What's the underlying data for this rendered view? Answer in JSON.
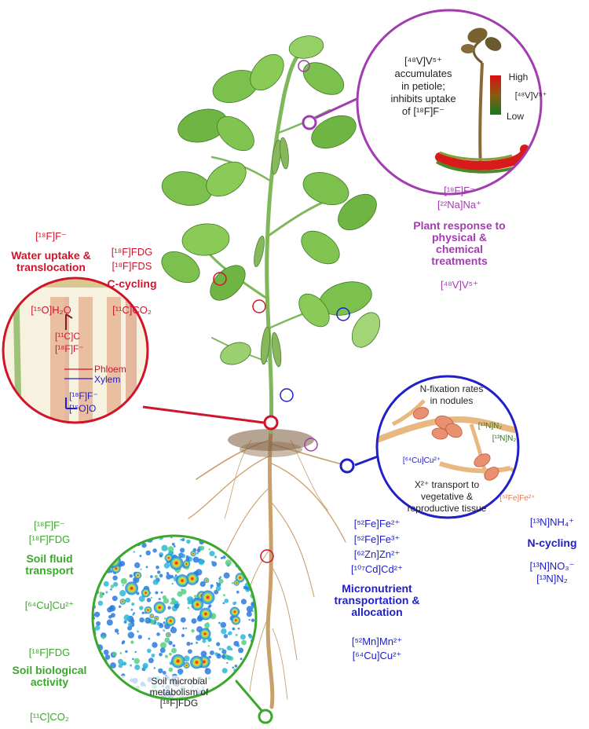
{
  "water": {
    "tracer1": "[¹⁸F]F⁻",
    "title": "Water uptake & translocation",
    "tracer2": "[¹⁵O]H₂O"
  },
  "ccycling": {
    "tracer1": "[¹⁸F]FDG",
    "tracer2": "[¹⁸F]FDS",
    "title": "C-cycling",
    "tracer3": "[¹¹C]CO₂"
  },
  "plant_response": {
    "tracer1": "[¹⁸F]F⁻",
    "tracer2": "[²²Na]Na⁺",
    "title": "Plant response to physical & chemical treatments",
    "tracer3": "[⁴⁸V]V⁵⁺"
  },
  "petiole_inset": {
    "text": "[⁴⁸V]V⁵⁺ accumulates in petiole; inhibits uptake of [¹⁸F]F⁻",
    "scale_high": "High",
    "scale_low": "Low",
    "scale_label": "[⁴⁸V]V⁵⁺"
  },
  "stem_inset": {
    "c11": "[¹¹C]C",
    "f18_top": "[¹⁸F]F⁻",
    "phloem": "Phloem",
    "xylem": "Xylem",
    "f18_bottom": "[¹⁸F]F⁻",
    "o15": "[¹⁵O]O"
  },
  "nodule_inset": {
    "title": "N-fixation rates in nodules",
    "n13_1": "[¹³N]N₂",
    "n13_2": "[¹³N]N₂",
    "cu64": "[⁶⁴Cu]Cu²⁺",
    "x2": "X²⁺ transport to vegetative & reproductive tissue",
    "fe52": "[⁵²Fe]Fe²⁺"
  },
  "ncycling": {
    "tracer1": "[¹³N]NH₄⁺",
    "title": "N-cycling",
    "tracer2": "[¹³N]NO₃⁻",
    "tracer3": "[¹³N]N₂"
  },
  "micronutrient": {
    "tracer1": "[⁵²Fe]Fe²⁺",
    "tracer2": "[⁵²Fe]Fe³⁺",
    "tracer3": "[⁶²Zn]Zn²⁺",
    "tracer4": "[¹⁰⁷Cd]Cd²⁺",
    "title": "Micronutrient transportation & allocation",
    "tracer5": "[⁵²Mn]Mn²⁺",
    "tracer6": "[⁶⁴Cu]Cu²⁺"
  },
  "soil_fluid": {
    "tracer1": "[¹⁸F]F⁻",
    "tracer2": "[¹⁸F]FDG",
    "title": "Soil fluid transport",
    "tracer3": "[⁶⁴Cu]Cu²⁺"
  },
  "soil_bio": {
    "tracer1": "[¹⁸F]FDG",
    "title": "Soil biological activity",
    "tracer2": "[¹¹C]CO₂"
  },
  "soil_inset": {
    "text": "Soil microbial metabolism of [¹⁸F]FDG"
  },
  "colors": {
    "red": "#d0142a",
    "purple": "#a23cb0",
    "blue": "#2020c8",
    "green": "#3aa82a"
  }
}
